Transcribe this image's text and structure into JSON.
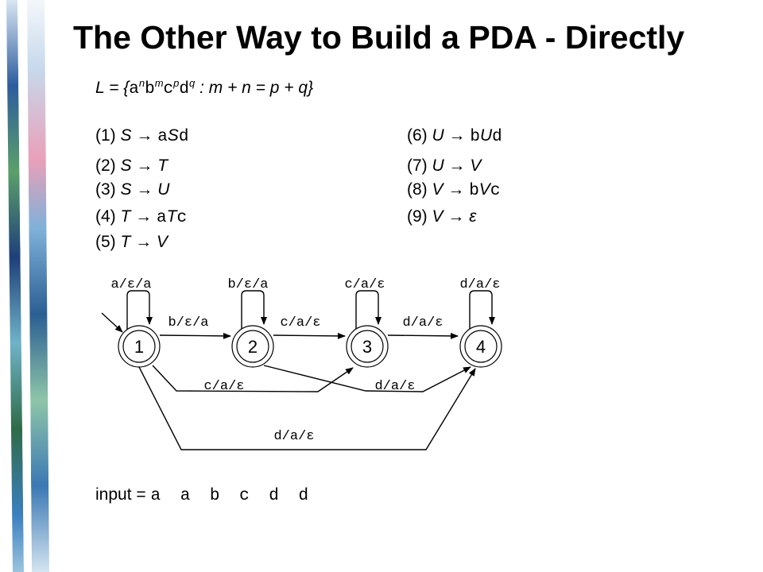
{
  "title": "The Other Way to Build a PDA - Directly",
  "language": {
    "prefix": "L = {",
    "a": "a",
    "n": "n",
    "b": "b",
    "m": "m",
    "c": "c",
    "p": "p",
    "d": "d",
    "q": "q",
    "condition": " : m + n = p + q}"
  },
  "arrow": "→",
  "rules": [
    {
      "num": "(1) ",
      "lhs": "S",
      "rhs": [
        {
          "t": "a",
          "mono": true
        },
        {
          "t": "S"
        },
        {
          "t": "d",
          "mono": true
        }
      ]
    },
    {
      "num": "(2) ",
      "lhs": "S",
      "rhs": [
        {
          "t": "T"
        }
      ]
    },
    {
      "num": "(3) ",
      "lhs": "S",
      "rhs": [
        {
          "t": "U"
        }
      ]
    },
    {
      "num": "(4) ",
      "lhs": "T",
      "rhs": [
        {
          "t": "a",
          "mono": true
        },
        {
          "t": "T"
        },
        {
          "t": "c",
          "mono": true
        }
      ]
    },
    {
      "num": "(5) ",
      "lhs": "T",
      "rhs": [
        {
          "t": "V"
        }
      ]
    },
    {
      "num": "(6) ",
      "lhs": "U",
      "rhs": [
        {
          "t": "b",
          "mono": true
        },
        {
          "t": "U"
        },
        {
          "t": "d",
          "mono": true
        }
      ]
    },
    {
      "num": "(7) ",
      "lhs": "U",
      "rhs": [
        {
          "t": "V"
        }
      ]
    },
    {
      "num": "(8) ",
      "lhs": "V",
      "rhs": [
        {
          "t": "b",
          "mono": true
        },
        {
          "t": "V"
        },
        {
          "t": "c",
          "mono": true
        }
      ]
    },
    {
      "num": "(9) ",
      "lhs": "V",
      "rhs": [
        {
          "t": "ε"
        }
      ]
    }
  ],
  "states": [
    "1",
    "2",
    "3",
    "4"
  ],
  "start_state": "1",
  "transitions": [
    {
      "from": "1",
      "to": "1",
      "label": "a/ε/a"
    },
    {
      "from": "2",
      "to": "2",
      "label": "b/ε/a"
    },
    {
      "from": "3",
      "to": "3",
      "label": "c/a/ε"
    },
    {
      "from": "4",
      "to": "4",
      "label": "d/a/ε"
    },
    {
      "from": "1",
      "to": "2",
      "label": "b/ε/a"
    },
    {
      "from": "2",
      "to": "3",
      "label": "c/a/ε"
    },
    {
      "from": "3",
      "to": "4",
      "label": "d/a/ε"
    },
    {
      "from": "1",
      "to": "3",
      "label": "c/a/ε"
    },
    {
      "from": "2",
      "to": "4",
      "label": "d/a/ε"
    },
    {
      "from": "1",
      "to": "4",
      "label": "d/a/ε"
    }
  ],
  "input": {
    "label": "input = ",
    "value": "a a b c d d"
  },
  "colors": {
    "ink": "#000000",
    "background": "#ffffff",
    "strip_blue": "#3a6fb0",
    "strip_green": "#3f8f5a"
  }
}
